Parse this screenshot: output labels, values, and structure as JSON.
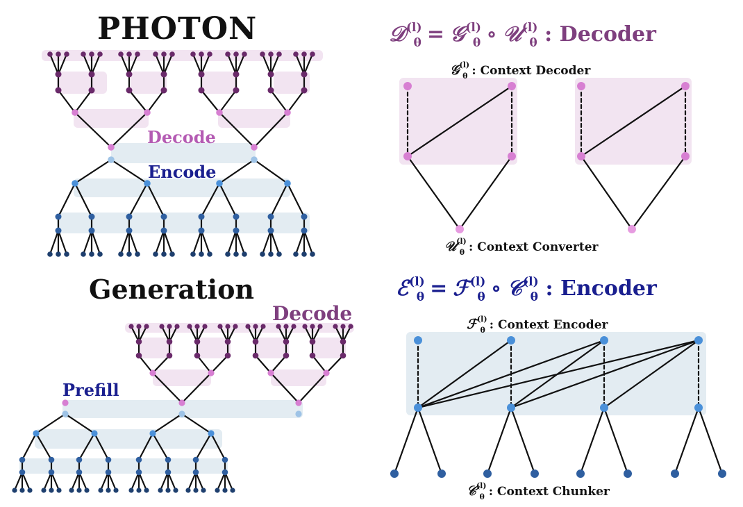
{
  "labels": {
    "photon": "PHOTON",
    "generation": "Generation",
    "decode_top": "Decode",
    "encode_top": "Encode",
    "decode_bottom": "Decode",
    "prefill": "Prefill"
  },
  "equations": {
    "decoder": {
      "lhs": "𝒟",
      "rhs1": "𝒢",
      "rhs2": "𝒰",
      "superscript": "(l)",
      "subscript": "θ",
      "equals": "=",
      "compose": "∘",
      "label": ": Decoder"
    },
    "encoder": {
      "lhs": "ℰ",
      "rhs1": "ℱ",
      "rhs2": "𝒞",
      "superscript": "(l)",
      "subscript": "θ",
      "equals": "=",
      "compose": "∘",
      "label": ": Encoder"
    }
  },
  "captions": {
    "context_decoder": {
      "symbol": "𝒢",
      "text": ": Context Decoder"
    },
    "context_converter": {
      "symbol": "𝒰",
      "text": ": Context Converter"
    },
    "context_encoder": {
      "symbol": "ℱ",
      "text": ": Context Encoder"
    },
    "context_chunker": {
      "symbol": "𝒞",
      "text": ": Context Chunker"
    }
  },
  "colors": {
    "decode_node": "#d77fd2",
    "decode_dark": "#6a2a6a",
    "decode_band": "#f2e4f1",
    "encode_node": "#4a90d9",
    "encode_dark": "#1e3f6e",
    "encode_band": "#e3ecf2",
    "line": "#111111"
  }
}
